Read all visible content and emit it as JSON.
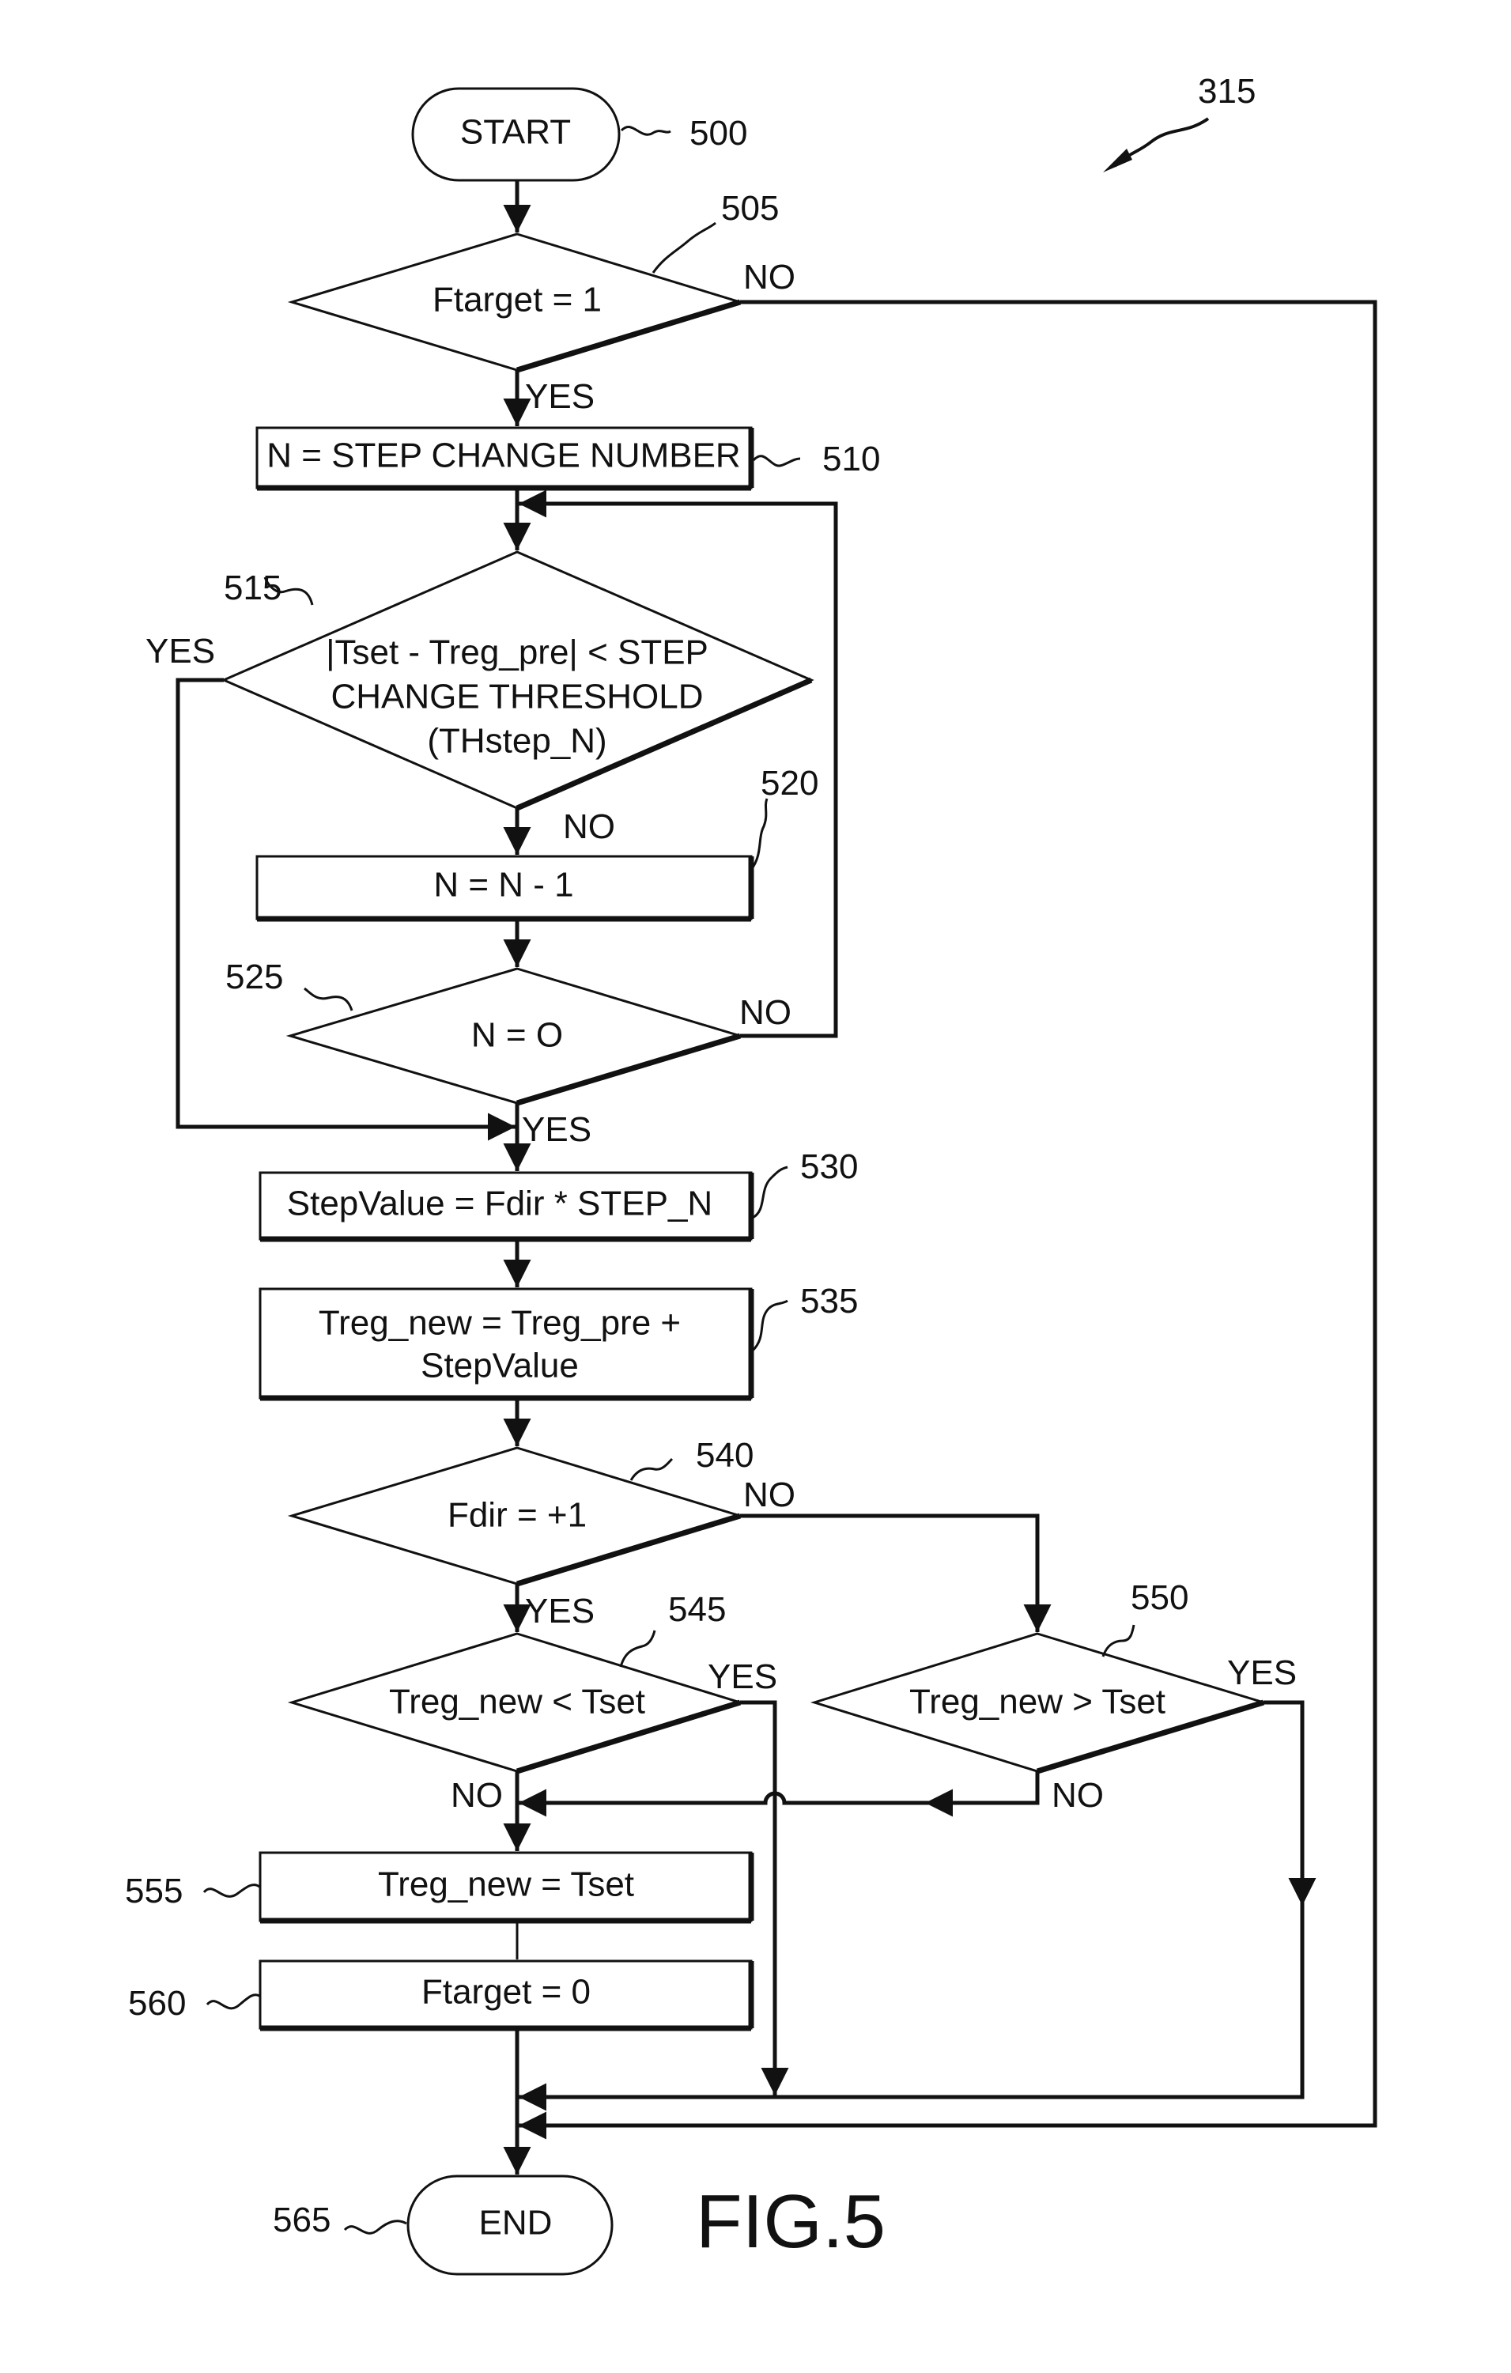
{
  "figure": {
    "title": "FIG.5",
    "reference": "315"
  },
  "nodes": {
    "start": {
      "ref": "500",
      "lines": [
        "START"
      ]
    },
    "d505": {
      "ref": "505",
      "lines": [
        "Ftarget = 1"
      ]
    },
    "b510": {
      "ref": "510",
      "lines": [
        "N = STEP CHANGE NUMBER"
      ]
    },
    "d515": {
      "ref": "515",
      "lines": [
        "|Tset - Treg_pre| < STEP",
        "CHANGE THRESHOLD",
        "(THstep_N)"
      ]
    },
    "b520": {
      "ref": "520",
      "lines": [
        "N = N - 1"
      ]
    },
    "d525": {
      "ref": "525",
      "lines": [
        "N = O"
      ]
    },
    "b530": {
      "ref": "530",
      "lines": [
        "StepValue = Fdir * STEP_N"
      ]
    },
    "b535": {
      "ref": "535",
      "lines": [
        "Treg_new = Treg_pre +",
        "StepValue"
      ]
    },
    "d540": {
      "ref": "540",
      "lines": [
        "Fdir = +1"
      ]
    },
    "d545": {
      "ref": "545",
      "lines": [
        "Treg_new < Tset"
      ]
    },
    "d550": {
      "ref": "550",
      "lines": [
        "Treg_new > Tset"
      ]
    },
    "b555": {
      "ref": "555",
      "lines": [
        "Treg_new = Tset"
      ]
    },
    "b560": {
      "ref": "560",
      "lines": [
        "Ftarget = 0"
      ]
    },
    "end": {
      "ref": "565",
      "lines": [
        "END"
      ]
    }
  },
  "edge_labels": {
    "d505_no": "NO",
    "d505_yes": "YES",
    "d515_yes": "YES",
    "d515_no": "NO",
    "d525_no": "NO",
    "d525_yes": "YES",
    "d540_no": "NO",
    "d540_yes": "YES",
    "d545_yes": "YES",
    "d545_no": "NO",
    "d550_yes": "YES",
    "d550_no": "NO"
  }
}
